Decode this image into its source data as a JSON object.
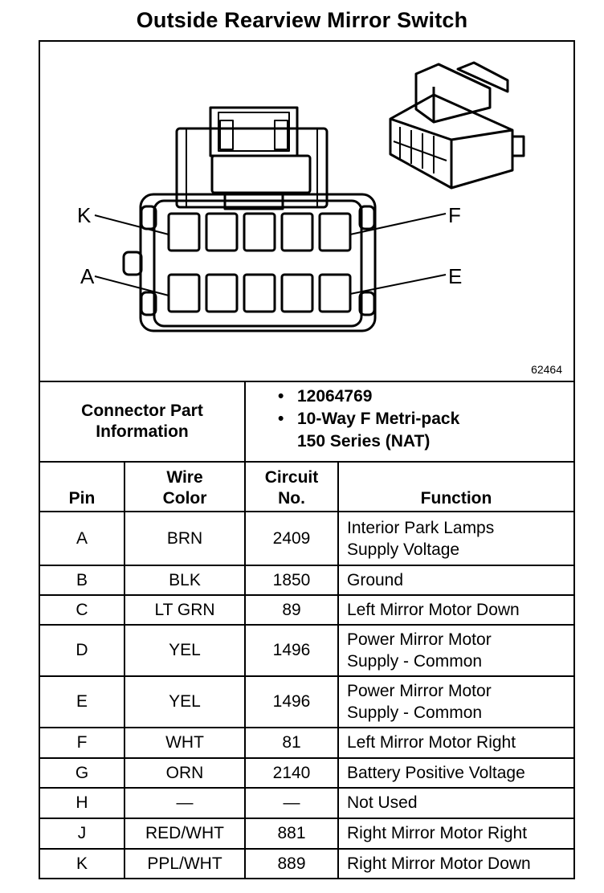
{
  "title": "Outside Rearview Mirror Switch",
  "figure_number": "62464",
  "pin_callouts": {
    "k": "K",
    "f": "F",
    "a": "A",
    "e": "E"
  },
  "connector_info": {
    "label_line1": "Connector Part",
    "label_line2": "Information",
    "part_number": "12064769",
    "description_line1": "10-Way F Metri-pack",
    "description_line2": "150 Series (NAT)"
  },
  "table": {
    "headers": {
      "pin": "Pin",
      "wire_color_line1": "Wire",
      "wire_color_line2": "Color",
      "circuit_line1": "Circuit",
      "circuit_line2": "No.",
      "function": "Function"
    },
    "rows": [
      {
        "pin": "A",
        "wire": "BRN",
        "circuit": "2409",
        "function_line1": "Interior Park Lamps",
        "function_line2": "Supply Voltage"
      },
      {
        "pin": "B",
        "wire": "BLK",
        "circuit": "1850",
        "function_line1": "Ground",
        "function_line2": ""
      },
      {
        "pin": "C",
        "wire": "LT GRN",
        "circuit": "89",
        "function_line1": "Left Mirror Motor Down",
        "function_line2": ""
      },
      {
        "pin": "D",
        "wire": "YEL",
        "circuit": "1496",
        "function_line1": "Power Mirror Motor",
        "function_line2": "Supply - Common"
      },
      {
        "pin": "E",
        "wire": "YEL",
        "circuit": "1496",
        "function_line1": "Power Mirror Motor",
        "function_line2": "Supply - Common"
      },
      {
        "pin": "F",
        "wire": "WHT",
        "circuit": "81",
        "function_line1": "Left Mirror Motor Right",
        "function_line2": ""
      },
      {
        "pin": "G",
        "wire": "ORN",
        "circuit": "2140",
        "function_line1": "Battery Positive Voltage",
        "function_line2": ""
      },
      {
        "pin": "H",
        "wire": "—",
        "circuit": "—",
        "function_line1": "Not Used",
        "function_line2": ""
      },
      {
        "pin": "J",
        "wire": "RED/WHT",
        "circuit": "881",
        "function_line1": "Right Mirror Motor Right",
        "function_line2": ""
      },
      {
        "pin": "K",
        "wire": "PPL/WHT",
        "circuit": "889",
        "function_line1": "Right Mirror Motor Down",
        "function_line2": ""
      }
    ]
  }
}
